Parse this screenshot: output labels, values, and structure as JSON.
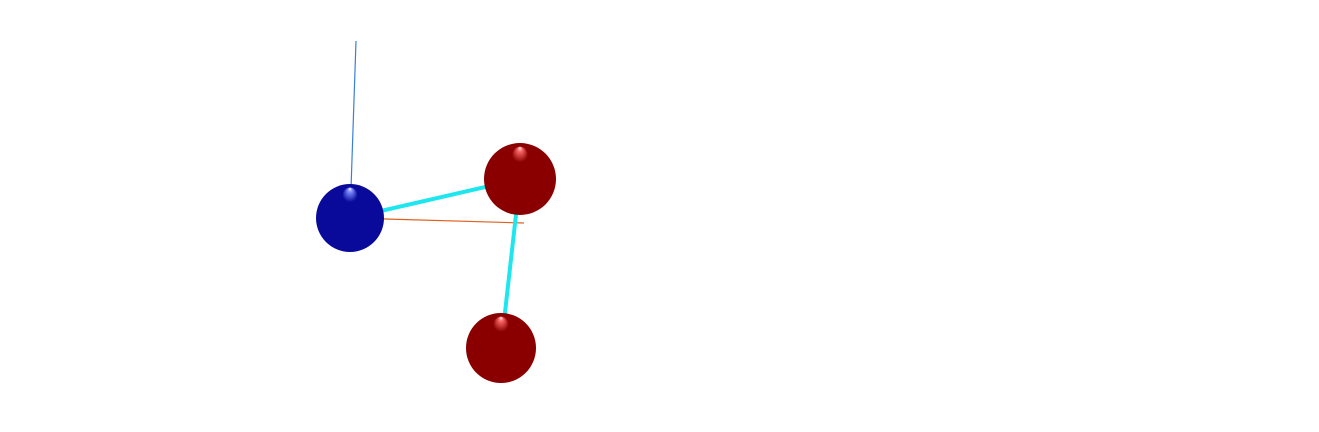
{
  "scene": {
    "background_color": "#ffffff",
    "atoms": [
      {
        "id": "atom-1",
        "color": "#0a0a9a",
        "highlight": "#7f8fff",
        "role": "blue-sphere"
      },
      {
        "id": "atom-2",
        "color": "#8a0000",
        "highlight": "#ff6a6a",
        "role": "red-sphere-upper"
      },
      {
        "id": "atom-3",
        "color": "#8a0000",
        "highlight": "#ff6a6a",
        "role": "red-sphere-lower"
      }
    ],
    "bonds": [
      {
        "from": "atom-1",
        "to": "atom-2",
        "color": "#1ee6ee"
      },
      {
        "from": "atom-2",
        "to": "atom-3",
        "color": "#1ee6ee"
      }
    ],
    "axes": [
      {
        "axis": "vertical",
        "color": "#3a7fd6"
      },
      {
        "axis": "horizontal",
        "color": "#e06020"
      }
    ]
  }
}
